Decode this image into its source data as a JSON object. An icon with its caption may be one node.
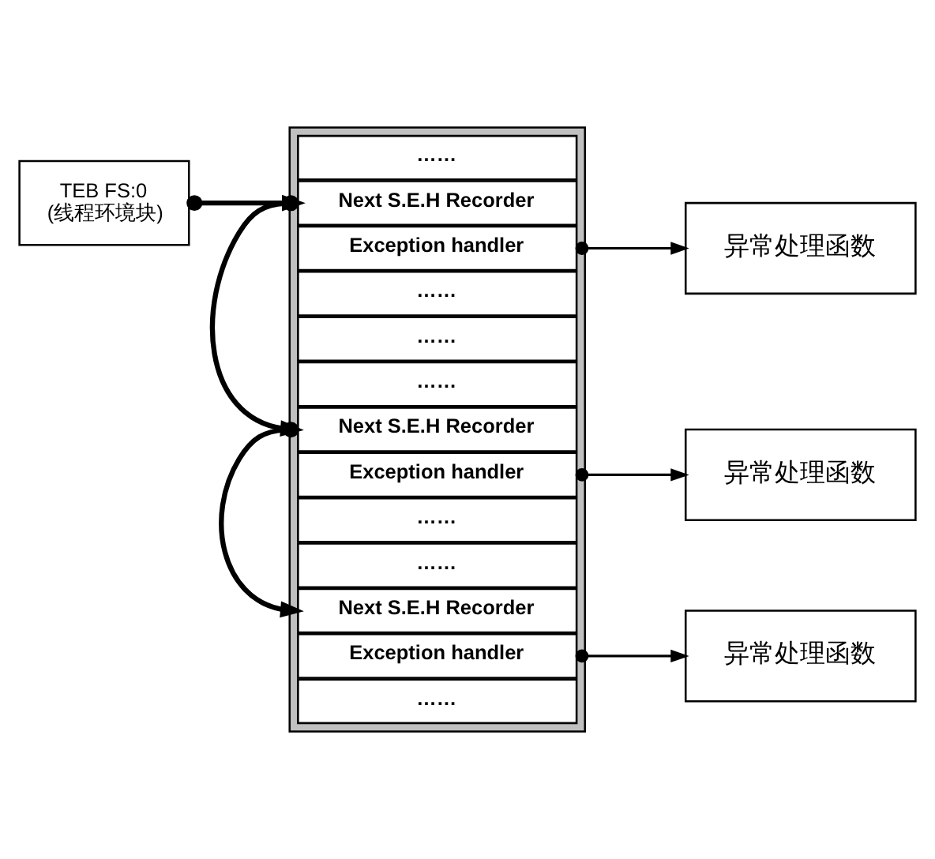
{
  "diagram": {
    "nodes": [
      {
        "text": [
          "TEB FS:0",
          "(线程环境块)"
        ]
      },
      {
        "text": [],
        "shape": "box"
      },
      {
        "text": [
          "……"
        ],
        "in": 1
      },
      {
        "text": [
          "Next S.E.H Recorder"
        ],
        "in": 1
      },
      {
        "text": [
          "Exception handler"
        ],
        "in": 1
      },
      {
        "text": [
          "……"
        ],
        "in": 1
      },
      {
        "text": [
          "……"
        ],
        "in": 1
      },
      {
        "text": [
          "……"
        ],
        "in": 1
      },
      {
        "text": [
          "Next S.E.H Recorder"
        ],
        "in": 1
      },
      {
        "text": [
          "Exception handler"
        ],
        "in": 1
      },
      {
        "text": [
          "……"
        ],
        "in": 1
      },
      {
        "text": [
          "……"
        ],
        "in": 1
      },
      {
        "text": [
          "Next S.E.H Recorder"
        ],
        "in": 1
      },
      {
        "text": [
          "Exception handler"
        ],
        "in": 1
      },
      {
        "text": [
          "……"
        ],
        "in": 1
      },
      {
        "text": [
          "异常处理函数"
        ]
      },
      {
        "text": [
          "异常处理函数"
        ]
      },
      {
        "text": [
          "异常处理函数"
        ]
      }
    ],
    "edges": [
      {
        "from": 0,
        "to": 3,
        "arrow": "to",
        "style": "thick"
      },
      {
        "from": 3,
        "to": 8,
        "arrow": "to",
        "style": "thick"
      },
      {
        "from": 8,
        "to": 12,
        "arrow": "to",
        "style": "thick"
      },
      {
        "from": 4,
        "to": 15,
        "arrow": "to"
      },
      {
        "from": 9,
        "to": 16,
        "arrow": "to"
      },
      {
        "from": 13,
        "to": 17,
        "arrow": "to"
      }
    ]
  }
}
